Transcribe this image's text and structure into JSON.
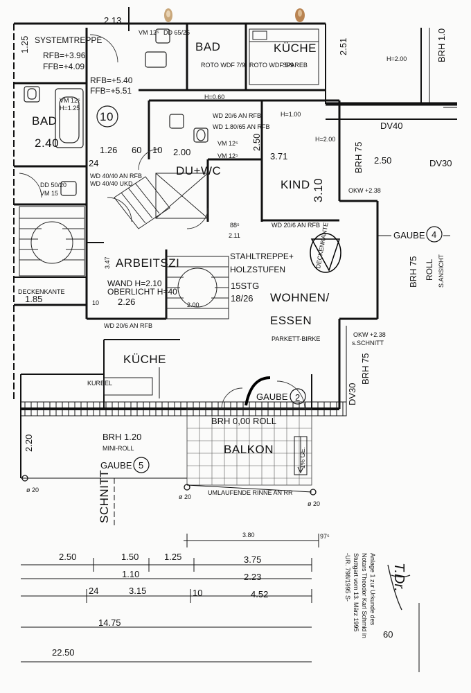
{
  "plan": {
    "rooms": {
      "bad_top": "BAD",
      "kueche_top": "KÜCHE",
      "bad_left": "BAD",
      "room_number": "10",
      "du_wc": "DU+WC",
      "kind": "KIND",
      "arbeitszi": "ARBEITSZI",
      "wohnen": "WOHNEN/",
      "essen": "ESSEN",
      "kueche": "KÜCHE",
      "balkon": "BALKON",
      "schnitt": "SCHNITT"
    },
    "labels": {
      "systemtreppe": "SYSTEMTREPPE",
      "rfb_396": "RFB=+3.96",
      "ffb_409": "FFB=+4.09",
      "rfb_540": "RFB=+5.40",
      "ffb_551": "FFB=+5.51",
      "stahltreppe": "STAHLTREPPE+",
      "holzstufen": "HOLZSTUFEN",
      "stg": "15STG",
      "stg_ratio": "18/26",
      "parkett": "PARKETT-BIRKE",
      "wand": "WAND H=2.10",
      "oberlicht": "OBERLICHT H=40",
      "deckenkante_left": "DECKENKANTE",
      "deckenkante_right": "DECKENKANTE",
      "gaube2": "GAUBE",
      "gaube2_num": "2",
      "gaube4": "GAUBE",
      "gaube4_num": "4",
      "gaube5": "GAUBE",
      "gaube5_num": "5",
      "brh_000": "BRH 0,00   ROLL",
      "brh_120": "BRH 1.20",
      "mini_roll": "MINI-ROLL",
      "brh75_top": "BRH 75",
      "brh75_right": "BRH 75",
      "roll": "ROLL",
      "s_ansicht": "S.ANSICHT",
      "brh75_lower": "BRH 75",
      "okw_1": "OKW +2.38",
      "okw_2": "OKW +2.38",
      "s_schnitt": "s.SCHNITT",
      "dv40": "DV40",
      "dv30_top": "DV30",
      "dv30_lower": "DV30",
      "umlaufende_rinne": "UMLAUFENDE RINNE AN RR",
      "gefaelle": "1% GE.",
      "kurbel": "KURBEL",
      "h_200": "H=2.00",
      "h_100": "H=1.00",
      "h_200_b": "H=2.00",
      "wd_2065": "WD 20/6 AN RFB",
      "wd_18065": "WD 1.80/65 AN RFB",
      "wd_2065_kind": "WD 20/6 AN RFB",
      "wd_4040": "WD 40/40 AN RFB",
      "wd_4040_ukd": "WD 40/40 UKD",
      "wd_2065_arb": "WD 20/6 AN RFB",
      "vm_125_a": "VM 12⁵",
      "vm_125_b": "VM 12⁵",
      "vm_125_c": "VM 12⁵",
      "vm_125_d": "VM 12⁵",
      "vm_15": "VM 15",
      "h_125": "H=1.25",
      "h_060": "H=0.60",
      "dd_6525": "DD 65/25",
      "dd_5020": "DD 50/20",
      "roto_wdf": "ROTO WDF 7/9",
      "roto_wdf_b": "ROTO WDF 5/9",
      "spa_reb": "SPAREB",
      "phi20_a": "ø 20",
      "phi20_b": "ø 20",
      "phi20_c": "ø 20",
      "anlage_line1": "Anlage 1 zur Urkunde des",
      "anlage_line2": "Notars Theodor Karl Schmid in",
      "anlage_line3": "Stuttgart vom 13. März 1995",
      "anlage_line4": "-UR. 798/1995 S-",
      "signature": "T.Dr."
    },
    "dims": {
      "d_213": "2.13",
      "d_125_left": "1.25",
      "d_251": "2.51",
      "d_240": "2.40",
      "d_126": "1.26",
      "d_60": "60",
      "d_10": "10",
      "d_200": "2.00",
      "d_24": "24",
      "d_250": "2.50",
      "d_371": "3.71",
      "d_310": "3.10",
      "d_250r": "2.50",
      "d_185": "1.85",
      "d_226": "2.26",
      "d_347": "3.47",
      "d_211": "2.11",
      "d_885": "88⁵",
      "d_220": "2.20",
      "d_200b": "2.00",
      "d_10b": "10",
      "d_380": "3.80",
      "d_975": "97⁵",
      "b_250": "2.50",
      "b_150": "1.50",
      "b_125": "1.25",
      "b_375": "3.75",
      "b_110": "1.10",
      "b_223": "2.23",
      "b_24": "24",
      "b_315": "3.15",
      "b_10": "10",
      "b_452": "4.52",
      "b_1475": "14.75",
      "b_2250": "22.50",
      "b_60": "60",
      "right_brh": "BRH 1.0"
    }
  }
}
